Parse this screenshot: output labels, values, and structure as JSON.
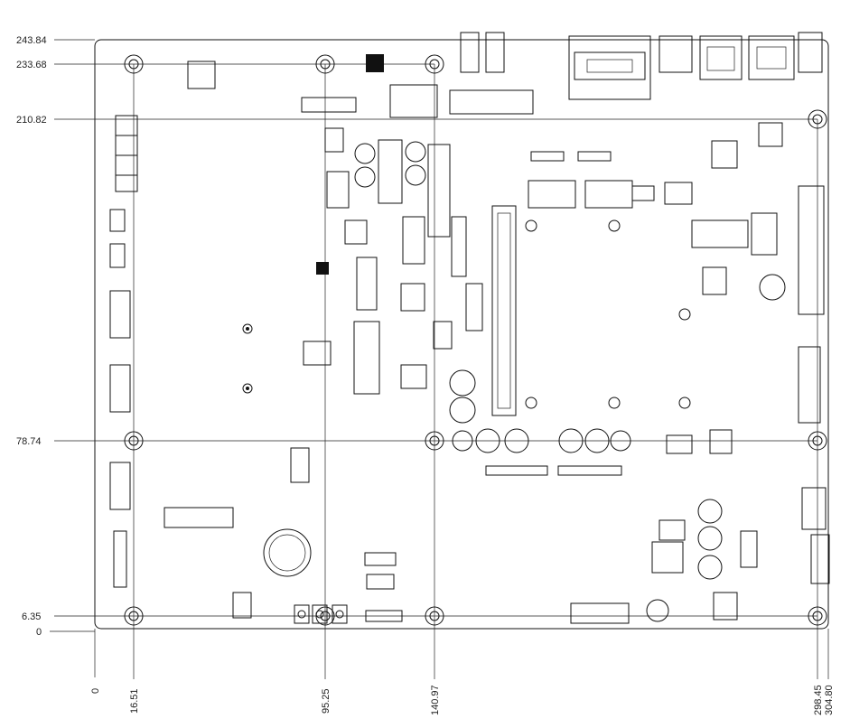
{
  "drawing": {
    "y_dimensions": [
      "243.84",
      "233.68",
      "210.82",
      "78.74",
      "6.35",
      "0"
    ],
    "x_dimensions": [
      "0",
      "16.51",
      "95.25",
      "140.97",
      "298.45",
      "304.80"
    ]
  },
  "chart_data": {
    "type": "mechanical-drawing",
    "horizontal_reference_lines": [
      243.84,
      233.68,
      210.82,
      78.74,
      6.35,
      0
    ],
    "vertical_reference_lines": [
      0,
      16.51,
      95.25,
      140.97,
      298.45,
      304.8
    ],
    "mounting_holes": [
      {
        "x": 16.51,
        "y": 233.68
      },
      {
        "x": 95.25,
        "y": 233.68
      },
      {
        "x": 140.97,
        "y": 233.68
      },
      {
        "x": 298.45,
        "y": 210.82
      },
      {
        "x": 16.51,
        "y": 78.74
      },
      {
        "x": 140.97,
        "y": 78.74
      },
      {
        "x": 298.45,
        "y": 78.74
      },
      {
        "x": 16.51,
        "y": 6.35
      },
      {
        "x": 95.25,
        "y": 6.35
      },
      {
        "x": 140.97,
        "y": 6.35
      },
      {
        "x": 298.45,
        "y": 6.35
      }
    ]
  }
}
